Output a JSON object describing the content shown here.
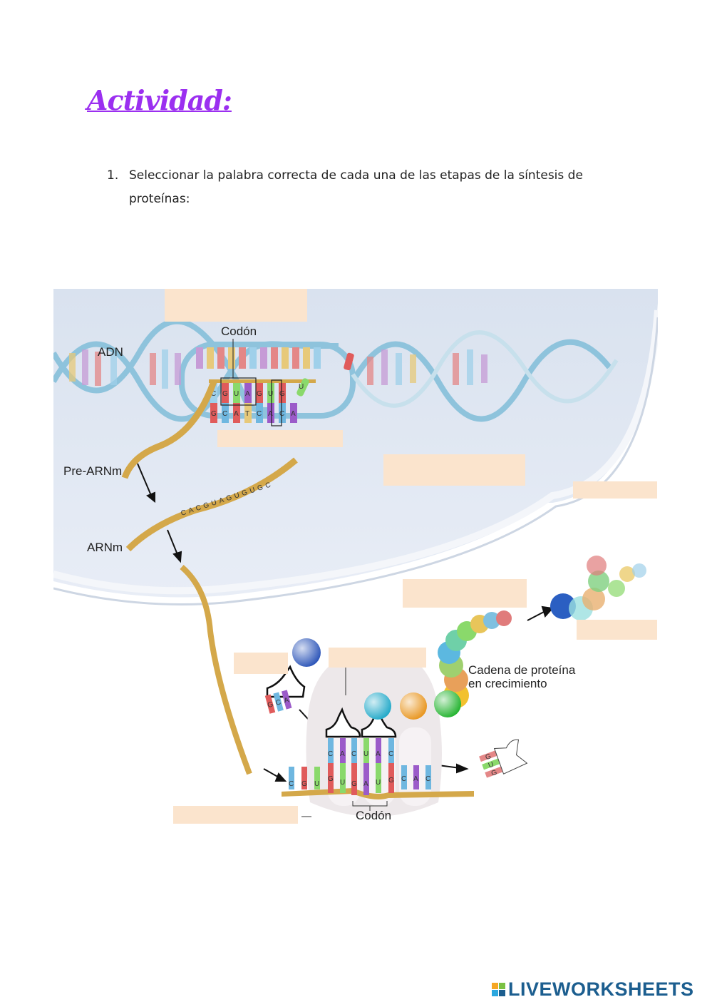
{
  "title": "Actividad:",
  "question": {
    "number": "1.",
    "text": "Seleccionar la palabra correcta de cada una de las etapas de la síntesis de proteínas:"
  },
  "diagram": {
    "labels": {
      "dna": "ADN",
      "codon_top": "Codón",
      "pre_mrna": "Pre-ARNm",
      "mrna": "ARNm",
      "protein_chain_line1": "Cadena de proteína",
      "protein_chain_line2": "en crecimiento",
      "codon_bottom": "Codón"
    },
    "dna_template_bases": [
      "G",
      "C",
      "A",
      "T",
      "C",
      "A",
      "C",
      "A"
    ],
    "rna_bases_in_bubble": [
      "C",
      "G",
      "U",
      "A",
      "G",
      "U",
      "G",
      "U"
    ],
    "mrna_sequence": "CACGUAGUGUGC",
    "ribosome_mrna_bases": [
      "C",
      "G",
      "U",
      "G",
      "U",
      "G",
      "A",
      "U",
      "G",
      "C",
      "A",
      "C"
    ],
    "trna_anticodons": [
      [
        "C",
        "A",
        "C"
      ],
      [
        "U",
        "A",
        "C"
      ]
    ],
    "incoming_trna": [
      "G",
      "C",
      "A"
    ],
    "leaving_trna": [
      "G",
      "U",
      "G"
    ],
    "answer_boxes": [
      "",
      "",
      "",
      "",
      "",
      "",
      "",
      "",
      ""
    ]
  },
  "logo": {
    "text": "LIVEWORKSHEETS"
  },
  "colors": {
    "title": "#9b2ff0",
    "answer_box": "#fbe4cd",
    "nucleus": "#dfe7f3",
    "mrna": "#d4a84a"
  }
}
